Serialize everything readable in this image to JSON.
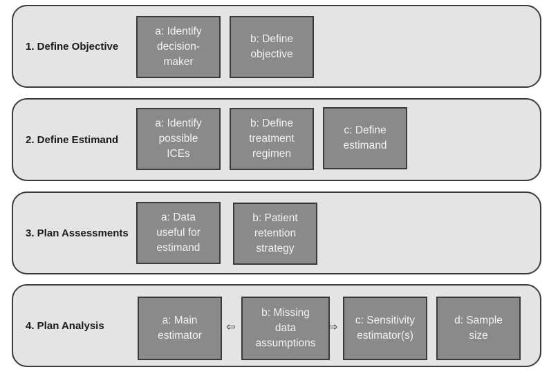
{
  "rows": [
    {
      "label": "1. Define Objective",
      "boxes": [
        "a: Identify\ndecision-\nmaker",
        "b: Define\nobjective"
      ]
    },
    {
      "label": "2. Define Estimand",
      "boxes": [
        "a: Identify\npossible\nICEs",
        "b: Define\ntreatment\nregimen",
        "c: Define\nestimand"
      ]
    },
    {
      "label": "3. Plan Assessments",
      "boxes": [
        "a: Data\nuseful for\nestimand",
        "b: Patient\nretention\nstrategy"
      ]
    },
    {
      "label": "4. Plan Analysis",
      "boxes": [
        "a: Main\nestimator",
        "b: Missing\ndata\nassumptions",
        "c: Sensitivity\nestimator(s)",
        "d: Sample\nsize"
      ],
      "arrows": [
        "⇦",
        "⇨"
      ]
    }
  ]
}
